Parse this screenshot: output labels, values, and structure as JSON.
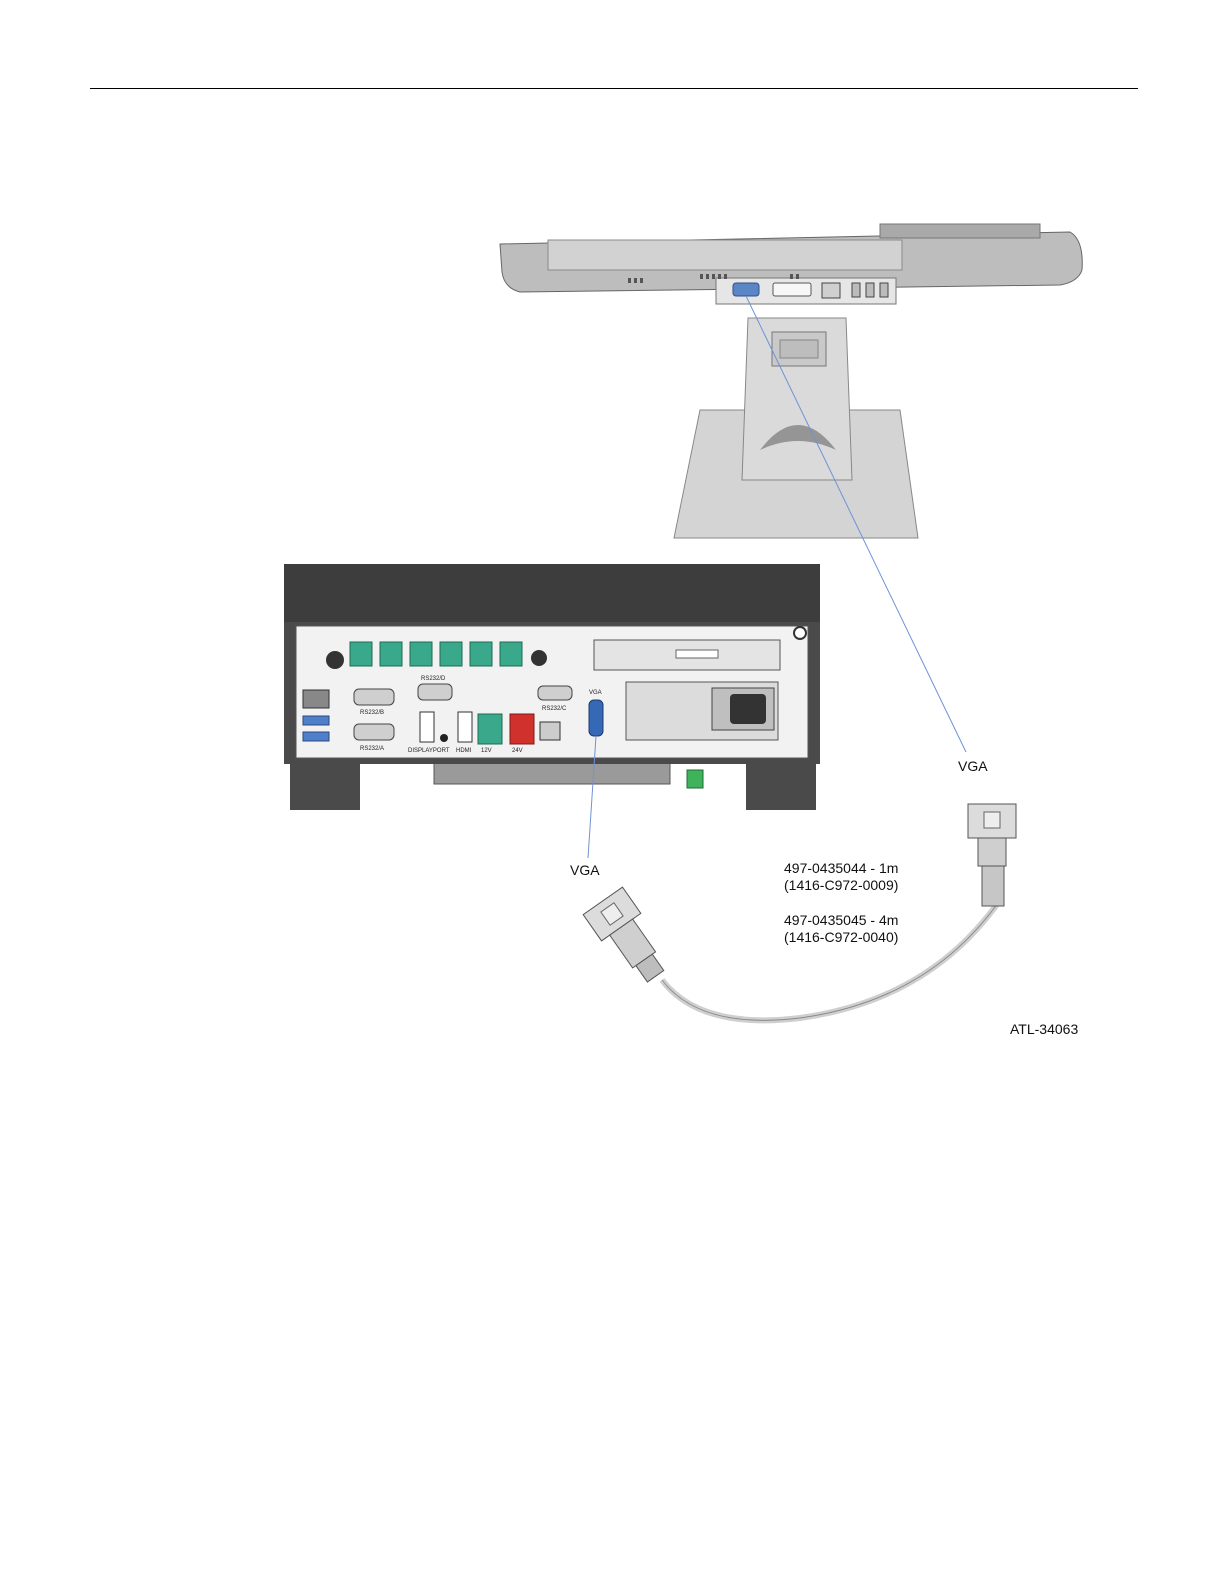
{
  "labels": {
    "vga_monitor": "VGA",
    "vga_terminal": "VGA",
    "cable_pn_1": "497-0435044 - 1m",
    "cable_alt_1": "(1416-C972-0009)",
    "cable_pn_2": "497-0435045 - 4m",
    "cable_alt_2": "(1416-C972-0040)",
    "figure_id": "ATL-34063"
  },
  "terminal_port_labels": {
    "rs232_d": "RS232/D",
    "rs232_b": "RS232/B",
    "rs232_a": "RS232/A",
    "rs232_c": "RS232/C",
    "displayport": "DISPLAYPORT",
    "hdmi": "HDMI",
    "v12": "12V",
    "v24": "24V",
    "vga": "VGA"
  },
  "colors": {
    "connector_line": "#6f93d6",
    "port_teal": "#3aa88a",
    "port_red": "#d0312d",
    "port_blue_vga": "#3569b5",
    "chassis_dark": "#3d3d3d",
    "panel_light": "#f2f2f2"
  }
}
